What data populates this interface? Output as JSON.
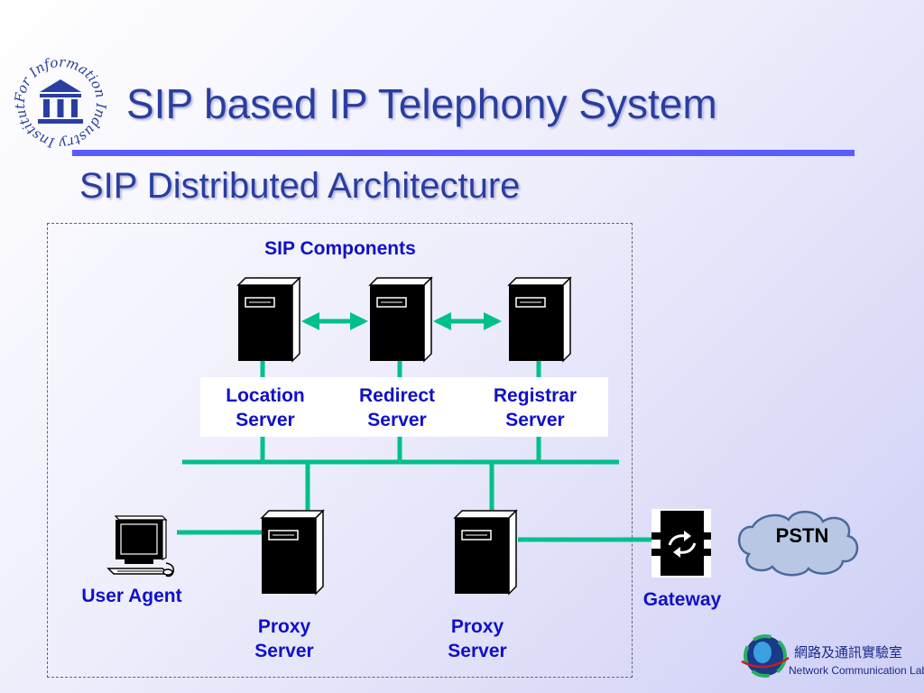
{
  "slide": {
    "title": "SIP based IP Telephony System",
    "subtitle": "SIP Distributed Architecture"
  },
  "logo": {
    "ring_text": "For Information Industry Institute",
    "mark": "III"
  },
  "diagram": {
    "group_label": "SIP Components",
    "nodes": {
      "location_server": {
        "line1": "Location",
        "line2": "Server"
      },
      "redirect_server": {
        "line1": "Redirect",
        "line2": "Server"
      },
      "registrar_server": {
        "line1": "Registrar",
        "line2": "Server"
      },
      "proxy_server_1": {
        "line1": "Proxy",
        "line2": "Server"
      },
      "proxy_server_2": {
        "line1": "Proxy",
        "line2": "Server"
      },
      "user_agent": {
        "label": "User Agent"
      },
      "gateway": {
        "label": "Gateway"
      },
      "pstn": {
        "label": "PSTN"
      }
    },
    "colors": {
      "link": "#00c08a",
      "arrow": "#00c08a",
      "label": "#1010c8",
      "cloud": "#b8c8e4"
    }
  },
  "footer": {
    "lab_cn": "網路及通訊實驗室",
    "lab_en": "Network Communication Lab."
  }
}
